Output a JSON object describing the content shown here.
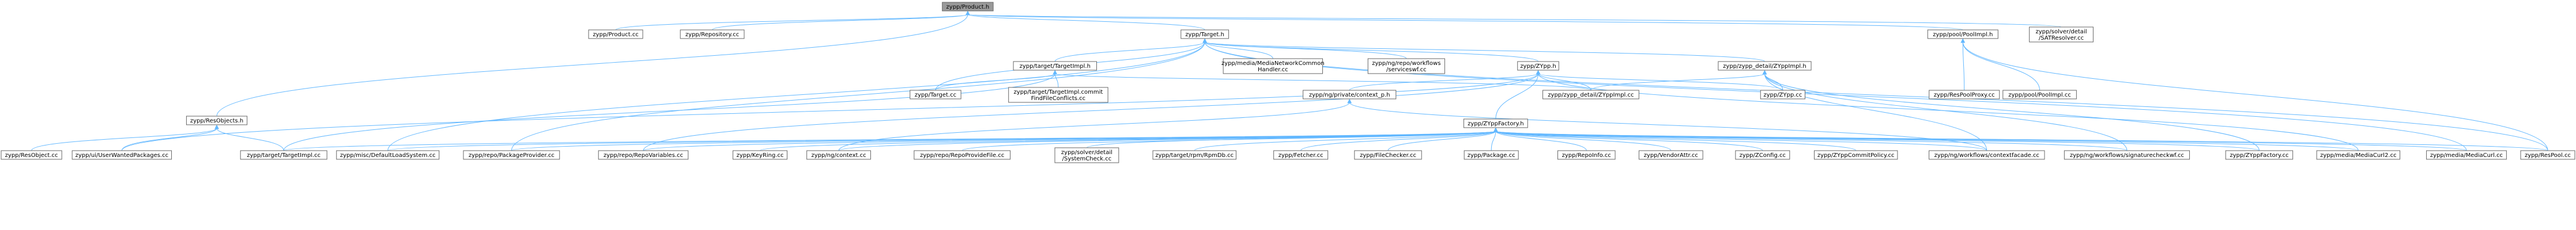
{
  "diagram": {
    "nodes": [
      {
        "id": "product_h",
        "lines": [
          "zypp/Product.h"
        ],
        "root": true
      },
      {
        "id": "product_cc",
        "lines": [
          "zypp/Product.cc"
        ]
      },
      {
        "id": "repository_cc",
        "lines": [
          "zypp/Repository.cc"
        ]
      },
      {
        "id": "target_h",
        "lines": [
          "zypp/Target.h"
        ]
      },
      {
        "id": "poolimpl_h",
        "lines": [
          "zypp/pool/PoolImpl.h"
        ]
      },
      {
        "id": "satresolver_cc",
        "lines": [
          "zypp/solver/detail",
          "/SATResolver.cc"
        ]
      },
      {
        "id": "resobjects_h",
        "lines": [
          "zypp/ResObjects.h"
        ]
      },
      {
        "id": "targetimpl_h",
        "lines": [
          "zypp/target/TargetImpl.h"
        ]
      },
      {
        "id": "medianetworkcommonhandler_cc",
        "lines": [
          "zypp/media/MediaNetworkCommon",
          "Handler.cc"
        ]
      },
      {
        "id": "serviceswf_cc",
        "lines": [
          "zypp/ng/repo/workflows",
          "/serviceswf.cc"
        ]
      },
      {
        "id": "zypp_h",
        "lines": [
          "zypp/ZYpp.h"
        ]
      },
      {
        "id": "zyppimpl_h",
        "lines": [
          "zypp/zypp_detail/ZYppImpl.h"
        ]
      },
      {
        "id": "respoolproxy_cc",
        "lines": [
          "zypp/ResPoolProxy.cc"
        ]
      },
      {
        "id": "poolimpl_cc",
        "lines": [
          "zypp/pool/PoolImpl.cc"
        ]
      },
      {
        "id": "target_cc",
        "lines": [
          "zypp/Target.cc"
        ]
      },
      {
        "id": "targetimpl_commitfindfileconflicts_cc",
        "lines": [
          "zypp/target/TargetImpl.commit",
          "FindFileConflicts.cc"
        ]
      },
      {
        "id": "context_p_h",
        "lines": [
          "zypp/ng/private/context_p.h"
        ]
      },
      {
        "id": "zyppfactory_h",
        "lines": [
          "zypp/ZYppFactory.h"
        ]
      },
      {
        "id": "zyppimpl_cc",
        "lines": [
          "zypp/zypp_detail/ZYppImpl.cc"
        ]
      },
      {
        "id": "zypp_cc",
        "lines": [
          "zypp/ZYpp.cc"
        ]
      },
      {
        "id": "resobject_cc",
        "lines": [
          "zypp/ResObject.cc"
        ]
      },
      {
        "id": "userwantedpackages_cc",
        "lines": [
          "zypp/ui/UserWantedPackages.cc"
        ]
      },
      {
        "id": "targetimpl_cc",
        "lines": [
          "zypp/target/TargetImpl.cc"
        ]
      },
      {
        "id": "defaultloadsystem_cc",
        "lines": [
          "zypp/misc/DefaultLoadSystem.cc"
        ]
      },
      {
        "id": "packageprovider_cc",
        "lines": [
          "zypp/repo/PackageProvider.cc"
        ]
      },
      {
        "id": "repovariables_cc",
        "lines": [
          "zypp/repo/RepoVariables.cc"
        ]
      },
      {
        "id": "keyring_cc",
        "lines": [
          "zypp/KeyRing.cc"
        ]
      },
      {
        "id": "ng_context_cc",
        "lines": [
          "zypp/ng/context.cc"
        ]
      },
      {
        "id": "repoprovidefile_cc",
        "lines": [
          "zypp/repo/RepoProvideFile.cc"
        ]
      },
      {
        "id": "systemcheck_cc",
        "lines": [
          "zypp/solver/detail",
          "/SystemCheck.cc"
        ]
      },
      {
        "id": "rpmdb_cc",
        "lines": [
          "zypp/target/rpm/RpmDb.cc"
        ]
      },
      {
        "id": "fetcher_cc",
        "lines": [
          "zypp/Fetcher.cc"
        ]
      },
      {
        "id": "filechecker_cc",
        "lines": [
          "zypp/FileChecker.cc"
        ]
      },
      {
        "id": "package_cc",
        "lines": [
          "zypp/Package.cc"
        ]
      },
      {
        "id": "repoinfo_cc",
        "lines": [
          "zypp/RepoInfo.cc"
        ]
      },
      {
        "id": "vendorattr_cc",
        "lines": [
          "zypp/VendorAttr.cc"
        ]
      },
      {
        "id": "zconfig_cc",
        "lines": [
          "zypp/ZConfig.cc"
        ]
      },
      {
        "id": "zyppcommitpolicy_cc",
        "lines": [
          "zypp/ZYppCommitPolicy.cc"
        ]
      },
      {
        "id": "contextfacade_cc",
        "lines": [
          "zypp/ng/workflows/contextfacade.cc"
        ]
      },
      {
        "id": "signaturecheckwf_cc",
        "lines": [
          "zypp/ng/workflows/signaturecheckwf.cc"
        ]
      },
      {
        "id": "zyppfactory_cc",
        "lines": [
          "zypp/ZYppFactory.cc"
        ]
      },
      {
        "id": "mediacurl2_cc",
        "lines": [
          "zypp/media/MediaCurl2.cc"
        ]
      },
      {
        "id": "mediacurl_cc",
        "lines": [
          "zypp/media/MediaCurl.cc"
        ]
      },
      {
        "id": "respool_cc",
        "lines": [
          "zypp/ResPool.cc"
        ]
      }
    ],
    "edges": [
      [
        "product_cc",
        "product_h"
      ],
      [
        "repository_cc",
        "product_h"
      ],
      [
        "target_h",
        "product_h"
      ],
      [
        "poolimpl_h",
        "product_h"
      ],
      [
        "satresolver_cc",
        "product_h"
      ],
      [
        "resobjects_h",
        "product_h"
      ],
      [
        "targetimpl_h",
        "target_h"
      ],
      [
        "medianetworkcommonhandler_cc",
        "target_h"
      ],
      [
        "serviceswf_cc",
        "target_h"
      ],
      [
        "zypp_h",
        "target_h"
      ],
      [
        "zyppimpl_h",
        "target_h"
      ],
      [
        "target_cc",
        "target_h"
      ],
      [
        "defaultloadsystem_cc",
        "target_h"
      ],
      [
        "packageprovider_cc",
        "target_h"
      ],
      [
        "mediacurl_cc",
        "target_h"
      ],
      [
        "respool_cc",
        "target_h"
      ],
      [
        "respoolproxy_cc",
        "poolimpl_h"
      ],
      [
        "poolimpl_cc",
        "poolimpl_h"
      ],
      [
        "respool_cc",
        "poolimpl_h"
      ],
      [
        "resobject_cc",
        "resobjects_h"
      ],
      [
        "userwantedpackages_cc",
        "resobjects_h"
      ],
      [
        "targetimpl_cc",
        "resobjects_h"
      ],
      [
        "target_cc",
        "targetimpl_h"
      ],
      [
        "targetimpl_commitfindfileconflicts_cc",
        "targetimpl_h"
      ],
      [
        "targetimpl_cc",
        "targetimpl_h"
      ],
      [
        "zyppimpl_cc",
        "targetimpl_h"
      ],
      [
        "context_p_h",
        "zypp_h"
      ],
      [
        "zyppfactory_h",
        "zypp_h"
      ],
      [
        "zyppimpl_cc",
        "zypp_h"
      ],
      [
        "zypp_cc",
        "zypp_h"
      ],
      [
        "mediacurl2_cc",
        "zypp_h"
      ],
      [
        "userwantedpackages_cc",
        "zypp_h"
      ],
      [
        "repovariables_cc",
        "zypp_h"
      ],
      [
        "zyppimpl_cc",
        "zyppimpl_h"
      ],
      [
        "zypp_cc",
        "zyppimpl_h"
      ],
      [
        "zyppfactory_cc",
        "zyppimpl_h"
      ],
      [
        "contextfacade_cc",
        "zyppimpl_h"
      ],
      [
        "signaturecheckwf_cc",
        "zyppimpl_h"
      ],
      [
        "ng_context_cc",
        "context_p_h"
      ],
      [
        "contextfacade_cc",
        "context_p_h"
      ],
      [
        "targetimpl_cc",
        "zyppfactory_h"
      ],
      [
        "defaultloadsystem_cc",
        "zyppfactory_h"
      ],
      [
        "packageprovider_cc",
        "zyppfactory_h"
      ],
      [
        "repovariables_cc",
        "zyppfactory_h"
      ],
      [
        "keyring_cc",
        "zyppfactory_h"
      ],
      [
        "ng_context_cc",
        "zyppfactory_h"
      ],
      [
        "repoprovidefile_cc",
        "zyppfactory_h"
      ],
      [
        "systemcheck_cc",
        "zyppfactory_h"
      ],
      [
        "rpmdb_cc",
        "zyppfactory_h"
      ],
      [
        "fetcher_cc",
        "zyppfactory_h"
      ],
      [
        "filechecker_cc",
        "zyppfactory_h"
      ],
      [
        "package_cc",
        "zyppfactory_h"
      ],
      [
        "repoinfo_cc",
        "zyppfactory_h"
      ],
      [
        "vendorattr_cc",
        "zyppfactory_h"
      ],
      [
        "zconfig_cc",
        "zyppfactory_h"
      ],
      [
        "zyppcommitpolicy_cc",
        "zyppfactory_h"
      ],
      [
        "contextfacade_cc",
        "zyppfactory_h"
      ],
      [
        "signaturecheckwf_cc",
        "zyppfactory_h"
      ],
      [
        "zyppfactory_cc",
        "zyppfactory_h"
      ],
      [
        "mediacurl2_cc",
        "zyppfactory_h"
      ],
      [
        "mediacurl_cc",
        "zyppfactory_h"
      ],
      [
        "respool_cc",
        "zyppfactory_h"
      ]
    ]
  }
}
